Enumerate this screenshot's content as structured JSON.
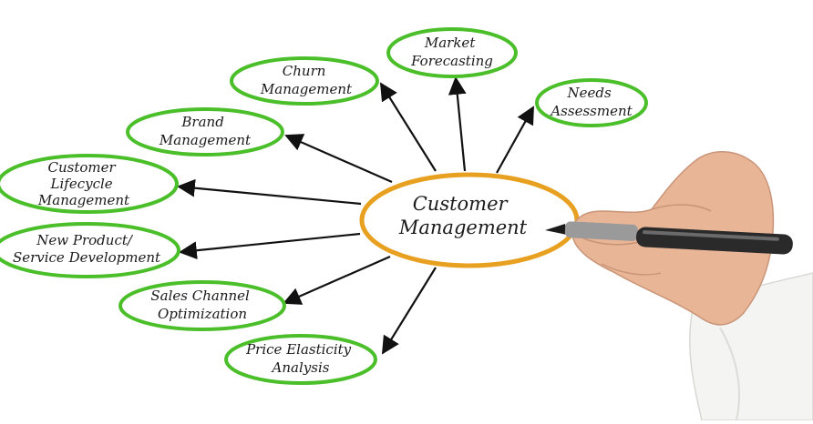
{
  "center": {
    "lines": [
      "Customer",
      "Management"
    ],
    "color": "#e8a020"
  },
  "nodes": [
    {
      "id": "market-forecasting",
      "lines": [
        "Market",
        "Forecasting"
      ]
    },
    {
      "id": "needs-assessment",
      "lines": [
        "Needs",
        "Assessment"
      ]
    },
    {
      "id": "churn-management",
      "lines": [
        "Churn",
        "Management"
      ]
    },
    {
      "id": "brand-management",
      "lines": [
        "Brand",
        "Management"
      ]
    },
    {
      "id": "customer-lifecycle-management",
      "lines": [
        "Customer",
        "Lifecycle",
        "Management"
      ]
    },
    {
      "id": "new-product-service-development",
      "lines": [
        "New Product/",
        "Service Development"
      ]
    },
    {
      "id": "sales-channel-optimization",
      "lines": [
        "Sales Channel",
        "Optimization"
      ]
    },
    {
      "id": "price-elasticity-analysis",
      "lines": [
        "Price Elasticity",
        "Analysis"
      ]
    }
  ],
  "colors": {
    "node_ring": "#4bbf2a",
    "arrow": "#111111",
    "skin": "#e8b596",
    "sleeve": "#f4f4f2",
    "pen_body": "#2a2a2a",
    "pen_grip": "#9a9a9a"
  }
}
